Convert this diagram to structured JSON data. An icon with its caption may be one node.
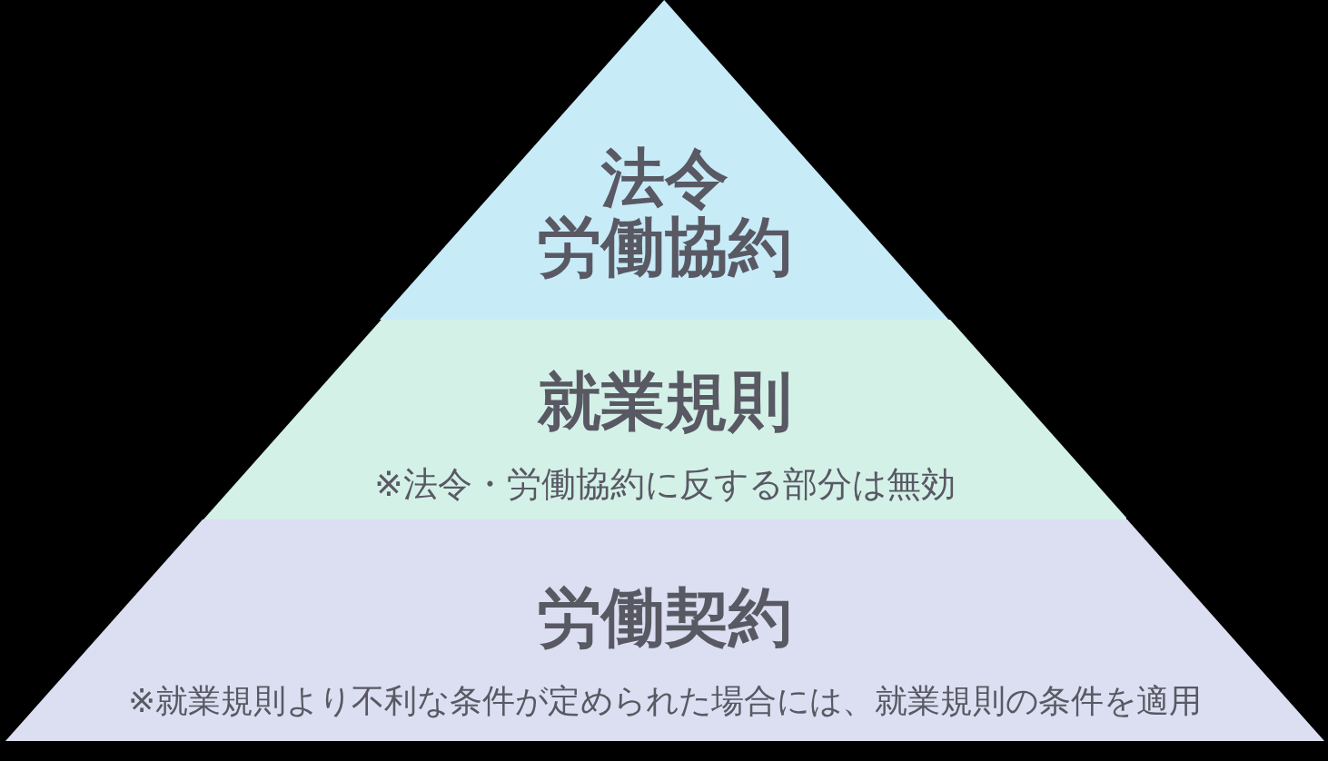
{
  "diagram": {
    "nodes": [
      {
        "text": [
          "法令",
          "労働協約"
        ]
      },
      {
        "text": [
          "就業規則",
          "※法令・労働協約に反する部分は無効"
        ]
      },
      {
        "text": [
          "労働契約",
          "※就業規則より不利な条件が定められた場合には、就業規則の条件を適用"
        ]
      }
    ]
  }
}
